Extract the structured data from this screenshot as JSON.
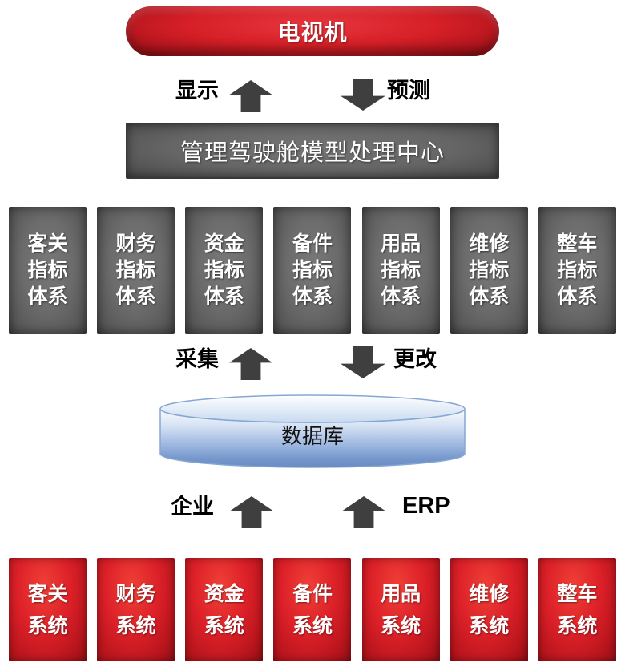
{
  "tv_label": "电视机",
  "flow1": {
    "left": "显示",
    "right": "预测"
  },
  "processing_center_label": "管理驾驶舱模型处理中心",
  "indicator_boxes": [
    {
      "lines": [
        "客关",
        "指标",
        "体系"
      ]
    },
    {
      "lines": [
        "财务",
        "指标",
        "体系"
      ]
    },
    {
      "lines": [
        "资金",
        "指标",
        "体系"
      ]
    },
    {
      "lines": [
        "备件",
        "指标",
        "体系"
      ]
    },
    {
      "lines": [
        "用品",
        "指标",
        "体系"
      ]
    },
    {
      "lines": [
        "维修",
        "指标",
        "体系"
      ]
    },
    {
      "lines": [
        "整车",
        "指标",
        "体系"
      ]
    }
  ],
  "flow2": {
    "left": "采集",
    "right": "更改"
  },
  "database_label": "数据库",
  "flow3": {
    "left": "企业",
    "right": "ERP"
  },
  "system_boxes": [
    {
      "lines": [
        "客关",
        "系统"
      ]
    },
    {
      "lines": [
        "财务",
        "系统"
      ]
    },
    {
      "lines": [
        "资金",
        "系统"
      ]
    },
    {
      "lines": [
        "备件",
        "系统"
      ]
    },
    {
      "lines": [
        "用品",
        "系统"
      ]
    },
    {
      "lines": [
        "维修",
        "系统"
      ]
    },
    {
      "lines": [
        "整车",
        "系统"
      ]
    }
  ],
  "colors": {
    "red": "#d61f27",
    "gray": "#5e5e5e",
    "arrow_gray": "#3f3f3f",
    "db_blue": "#7b9cc9"
  }
}
